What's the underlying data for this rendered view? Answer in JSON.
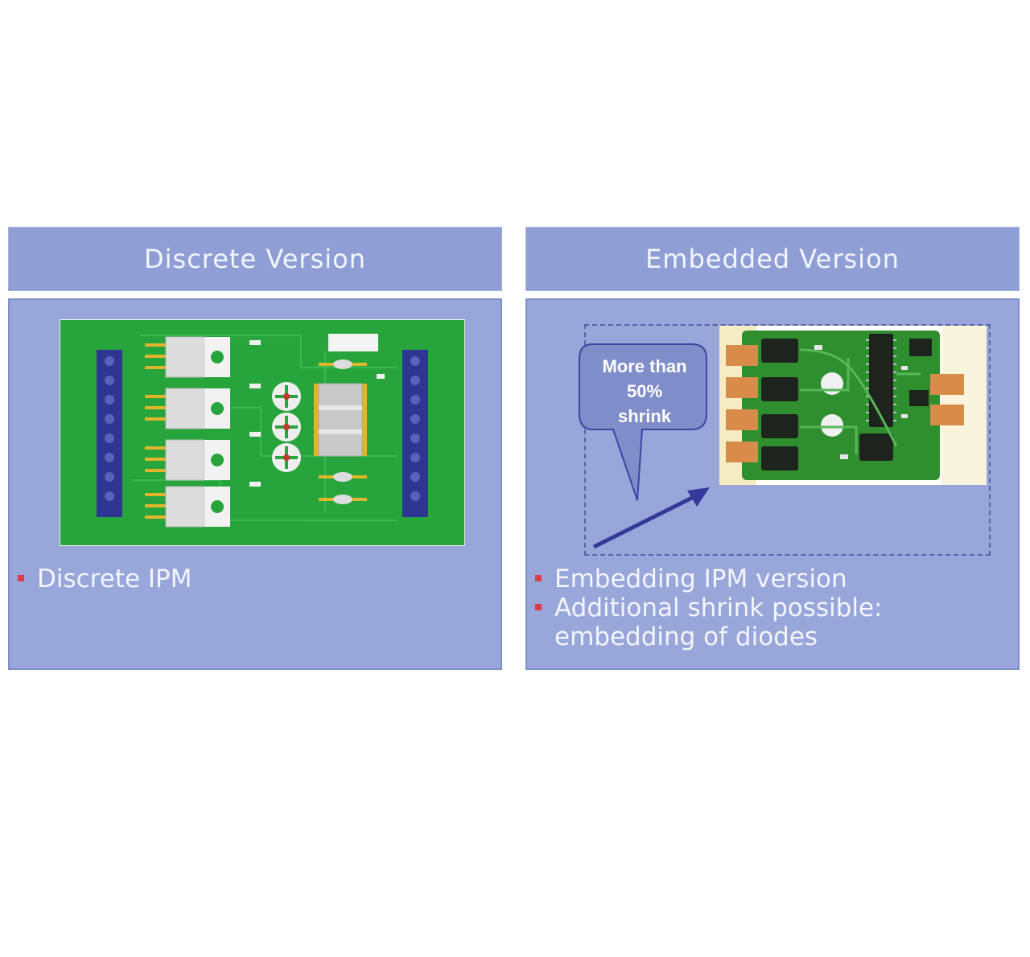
{
  "left": {
    "header": "Discrete Version",
    "bullets": [
      "Discrete IPM"
    ]
  },
  "right": {
    "header": "Embedded Version",
    "callout": [
      "More than",
      "50%",
      "shrink"
    ],
    "bullets": [
      "Embedding IPM version",
      "Additional shrink possible:",
      "embedding of diodes"
    ]
  },
  "colors": {
    "header_bg": "#8f9fd6",
    "panel_bg": "#98a6da",
    "pcb_green": "#27a53c",
    "connector_blue": "#2f3592",
    "bullet_red": "#e0394a",
    "arrow": "#34399a"
  }
}
